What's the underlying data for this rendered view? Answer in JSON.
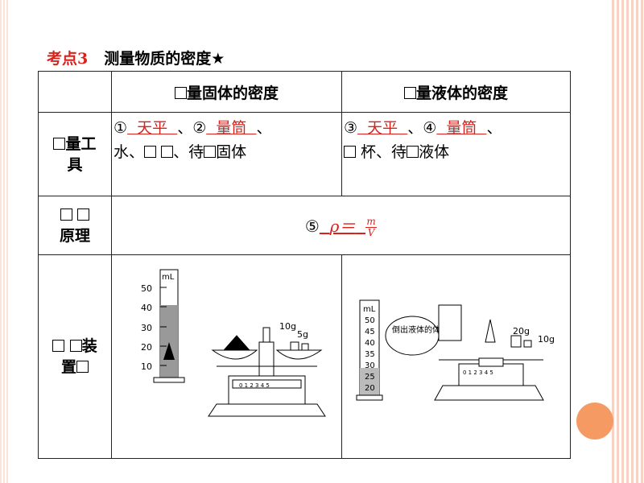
{
  "heading": {
    "kaodian": "考点3",
    "title": "测量物质的密度★"
  },
  "table": {
    "header_solid": "量固体的密度",
    "header_liquid": "量液体的密度",
    "row1_label_a": "量工",
    "row1_label_b": "具",
    "tools_left": {
      "n1": "①",
      "blank1": "  天平  ",
      "sep1": "、②",
      "blank2": "  量筒  ",
      "sep2": "、",
      "line2a": "水、",
      "line2b": "、待",
      "line2c": "固体"
    },
    "tools_right": {
      "n3": "③",
      "blank3": "  天平  ",
      "sep3": "、④",
      "blank4": "  量筒  ",
      "sep4": "、",
      "line2a": "杯、待",
      "line2b": "液体"
    },
    "row2_label_b": "原理",
    "formula": {
      "num": "⑤",
      "rho": "ρ＝",
      "m": "m",
      "V": "V"
    },
    "row3_label_a": "装",
    "row3_label_b": "置"
  },
  "left_figure": {
    "cylinder_ticks": [
      "50",
      "40",
      "30",
      "20",
      "10"
    ],
    "cylinder_unit": "mL",
    "weights": [
      "10g",
      "5g"
    ],
    "scale_numbers": "0 1 2 3 4 5"
  },
  "right_figure": {
    "cylinder_ticks": [
      "50",
      "45",
      "40",
      "35",
      "30",
      "25",
      "20"
    ],
    "cylinder_unit": "mL",
    "callout": "倒出液体的体积",
    "weights": [
      "20g",
      "10g"
    ],
    "scale_numbers": "0 1 2 3 4 5"
  }
}
